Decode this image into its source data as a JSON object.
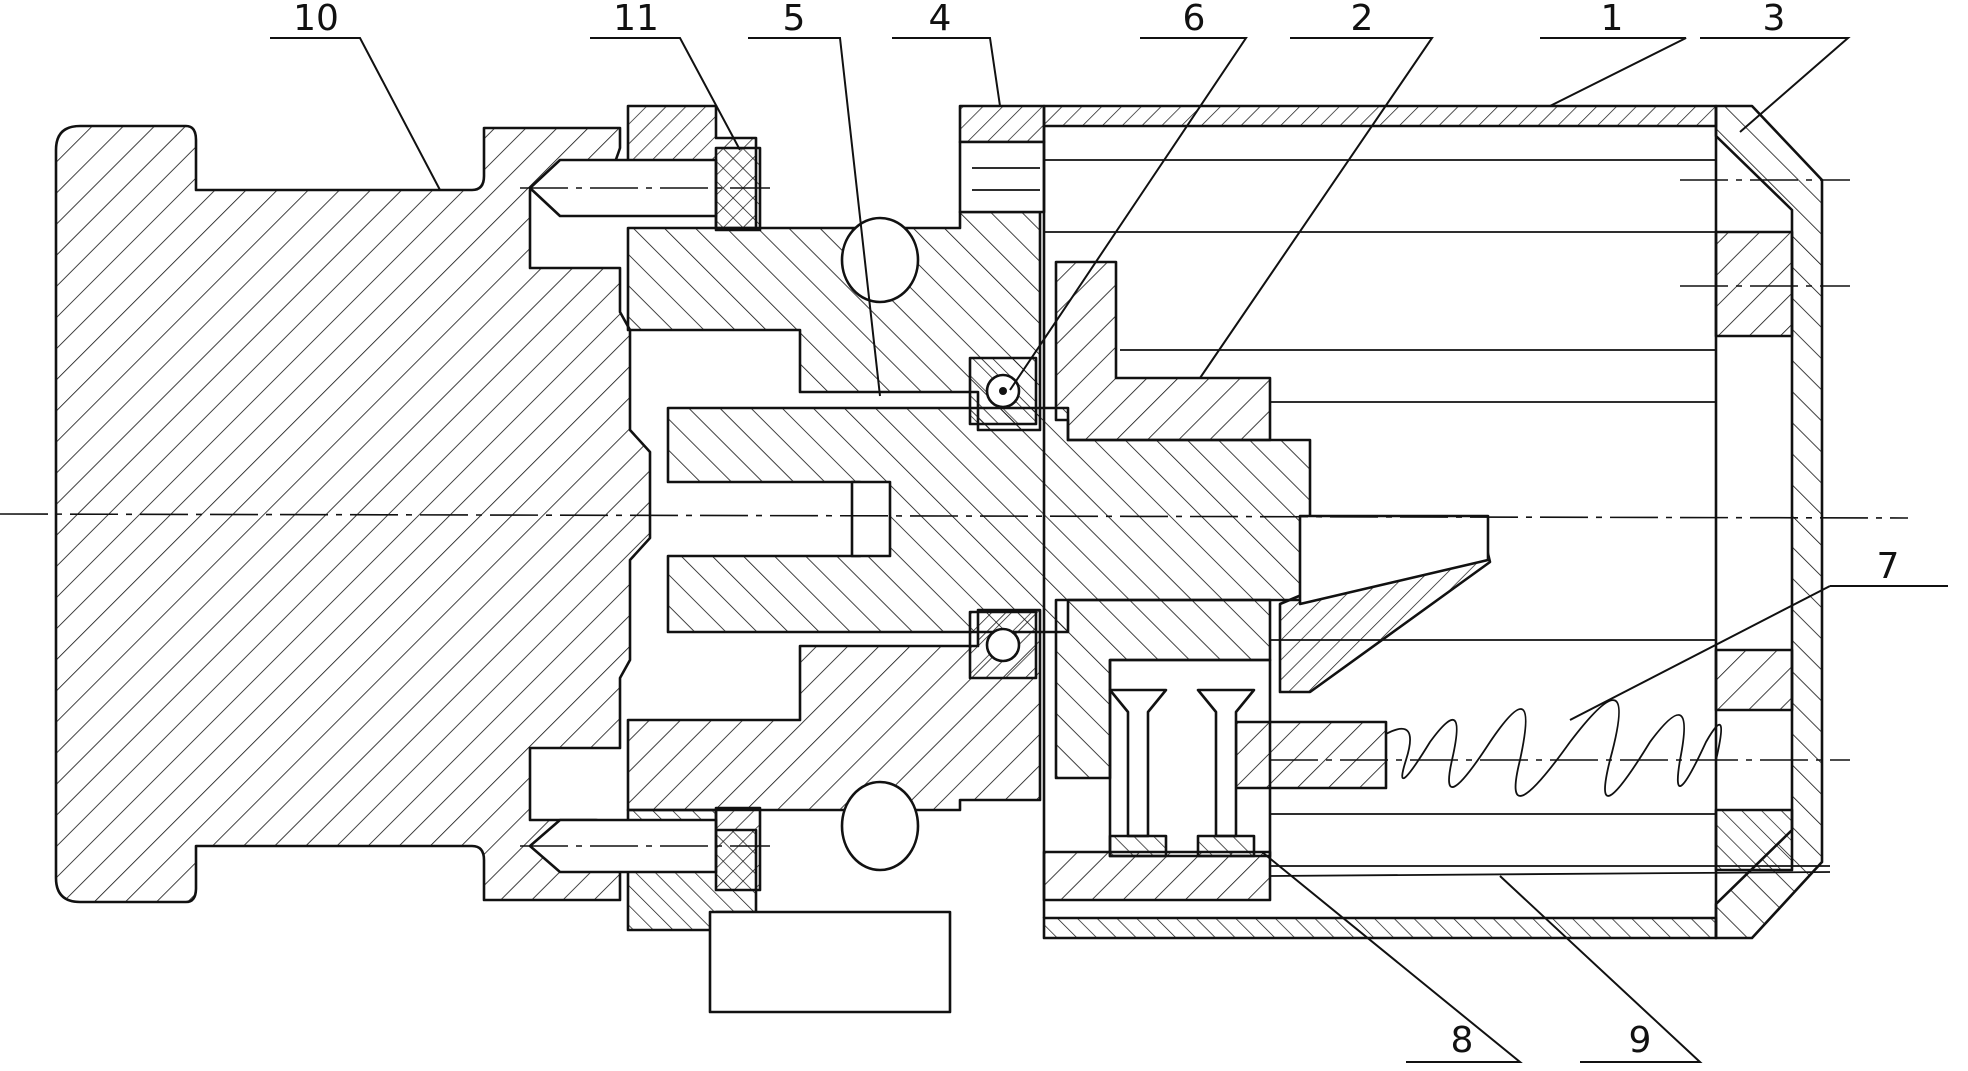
{
  "diagram": {
    "part_numbers": [
      {
        "id": "p10",
        "text": "10"
      },
      {
        "id": "p11",
        "text": "11"
      },
      {
        "id": "p5",
        "text": "5"
      },
      {
        "id": "p4",
        "text": "4"
      },
      {
        "id": "p6",
        "text": "6"
      },
      {
        "id": "p2",
        "text": "2"
      },
      {
        "id": "p1",
        "text": "1"
      },
      {
        "id": "p3",
        "text": "3"
      },
      {
        "id": "p7",
        "text": "7"
      },
      {
        "id": "p8",
        "text": "8"
      },
      {
        "id": "p9",
        "text": "9"
      }
    ],
    "colors": {
      "line": "#111111",
      "background": "#ffffff"
    }
  }
}
